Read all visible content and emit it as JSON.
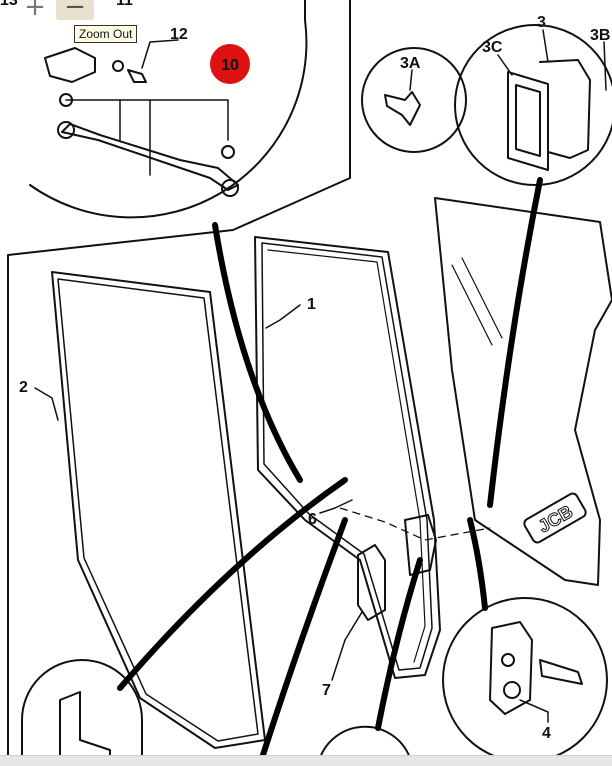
{
  "toolbar": {
    "zoom_in_symbol": "+",
    "zoom_out_symbol": "−",
    "zoom_out_tooltip": "Zoom Out"
  },
  "callouts": {
    "p1": "1",
    "p2": "2",
    "p3": "3",
    "p3a": "3A",
    "p3b": "3B",
    "p3c": "3C",
    "p4": "4",
    "p6": "6",
    "p7": "7",
    "p10": "10",
    "p11": "11",
    "p12": "12",
    "p13": "13"
  },
  "logo_text": "JCB",
  "colors": {
    "highlight": "#dd1111",
    "line": "#111111"
  }
}
